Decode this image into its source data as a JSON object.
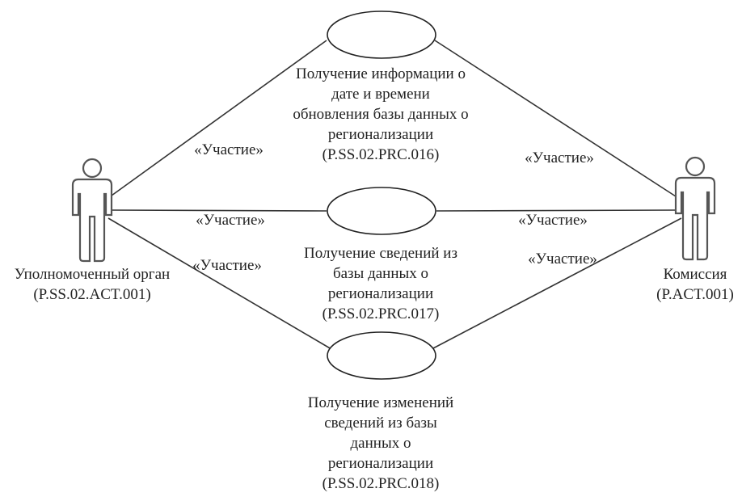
{
  "actors": [
    {
      "name": "Уполномоченный орган",
      "code": "(P.SS.02.ACT.001)"
    },
    {
      "name": "Комиссия",
      "code": "(P.ACT.001)"
    }
  ],
  "use_cases": [
    {
      "lines": [
        "Получение информации о",
        "дате и времени",
        "обновления базы данных о",
        "регионализации",
        "(P.SS.02.PRC.016)"
      ]
    },
    {
      "lines": [
        "Получение сведений из",
        "базы данных о",
        "регионализации",
        "(P.SS.02.PRC.017)"
      ]
    },
    {
      "lines": [
        "Получение изменений",
        "сведений из базы",
        "данных о",
        "регионализации",
        "(P.SS.02.PRC.018)"
      ]
    }
  ],
  "associations": [
    {
      "label": "«Участие»"
    },
    {
      "label": "«Участие»"
    },
    {
      "label": "«Участие»"
    },
    {
      "label": "«Участие»"
    },
    {
      "label": "«Участие»"
    },
    {
      "label": "«Участие»"
    }
  ]
}
